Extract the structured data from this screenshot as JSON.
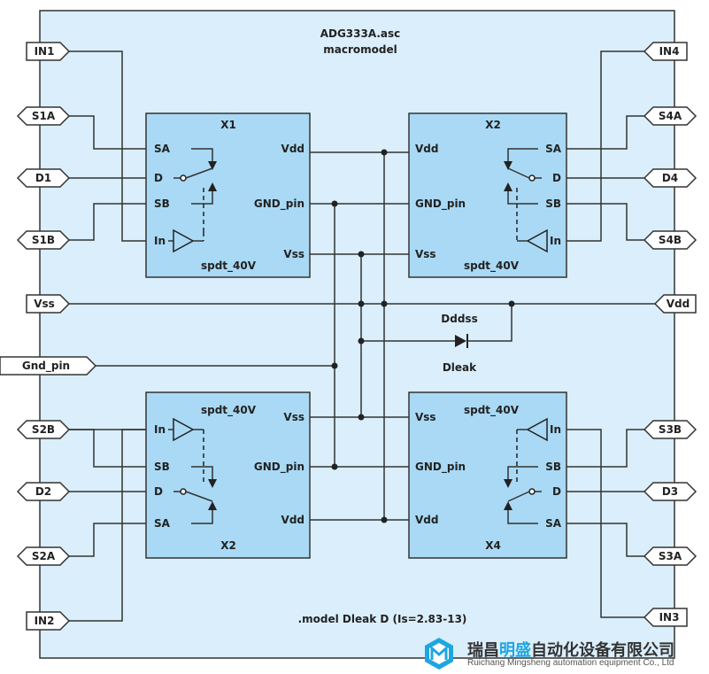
{
  "title": {
    "line1": "ADG333A.asc",
    "line2": "macromodel"
  },
  "model_line": ".model Dleak D (Is=2.83-13)",
  "diode": {
    "top_label": "Dddss",
    "bottom_label": "Dleak"
  },
  "ports": {
    "in1": "IN1",
    "s1a": "S1A",
    "d1": "D1",
    "s1b": "S1B",
    "vss": "Vss",
    "gnd_pin": "Gnd_pin",
    "s2b": "S2B",
    "d2": "D2",
    "s2a": "S2A",
    "in2": "IN2",
    "in4": "IN4",
    "s4a": "S4A",
    "d4": "D4",
    "s4b": "S4B",
    "vdd": "Vdd",
    "s3b": "S3B",
    "d3": "D3",
    "s3a": "S3A",
    "in3": "IN3"
  },
  "chips": {
    "x1": {
      "ref": "X1",
      "type": "spdt_40V",
      "pins": {
        "sa": "SA",
        "d": "D",
        "sb": "SB",
        "in": "In",
        "vdd": "Vdd",
        "gnd": "GND_pin",
        "vss": "Vss"
      }
    },
    "x2_top": {
      "ref": "X2",
      "type": "spdt_40V",
      "pins": {
        "sa": "SA",
        "d": "D",
        "sb": "SB",
        "in": "In",
        "vdd": "Vdd",
        "gnd": "GND_pin",
        "vss": "Vss"
      }
    },
    "x2_bottom": {
      "ref": "X2",
      "type": "spdt_40V",
      "pins": {
        "sa": "SA",
        "d": "D",
        "sb": "SB",
        "in": "In",
        "vdd": "Vdd",
        "gnd": "GND_pin",
        "vss": "Vss"
      }
    },
    "x4": {
      "ref": "X4",
      "type": "spdt_40V",
      "pins": {
        "sa": "SA",
        "d": "D",
        "sb": "SB",
        "in": "In",
        "vdd": "Vdd",
        "gnd": "GND_pin",
        "vss": "Vss"
      }
    }
  },
  "watermark": {
    "cn_part1": "瑞昌",
    "cn_highlight": "明盛",
    "cn_part2": "自动化设备有限公司",
    "en": "Ruichang Mingsheng automation equipment Co., Ltd"
  },
  "colors": {
    "outer_fill": "#daeefb",
    "chip_fill": "#a9d9f4",
    "line": "#333333",
    "brand": "#1da7e0"
  }
}
